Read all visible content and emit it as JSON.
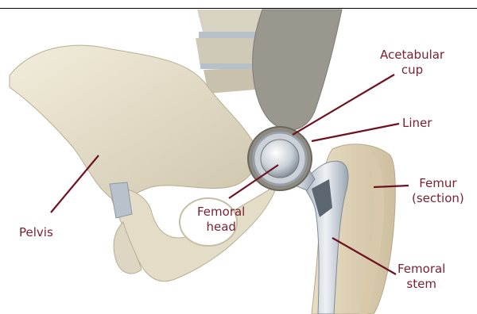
{
  "colors": {
    "bone_light": "#ece6d3",
    "bone_shadow": "#c9c0a7",
    "bone_dark": "#8d8a82",
    "metal": "#d7dde4",
    "metal_dark": "#8f9aa6",
    "background": "#ffffff",
    "label_color": "#7a1f2e",
    "leader_color": "#6e1222"
  },
  "labels": {
    "acetabular_cup_line1": "Acetabular",
    "acetabular_cup_line2": "cup",
    "liner": "Liner",
    "femur_line1": "Femur",
    "femur_line2": "(section)",
    "pelvis": "Pelvis",
    "femoral_head_line1": "Femoral",
    "femoral_head_line2": "head",
    "femoral_stem_line1": "Femoral",
    "femoral_stem_line2": "stem"
  }
}
